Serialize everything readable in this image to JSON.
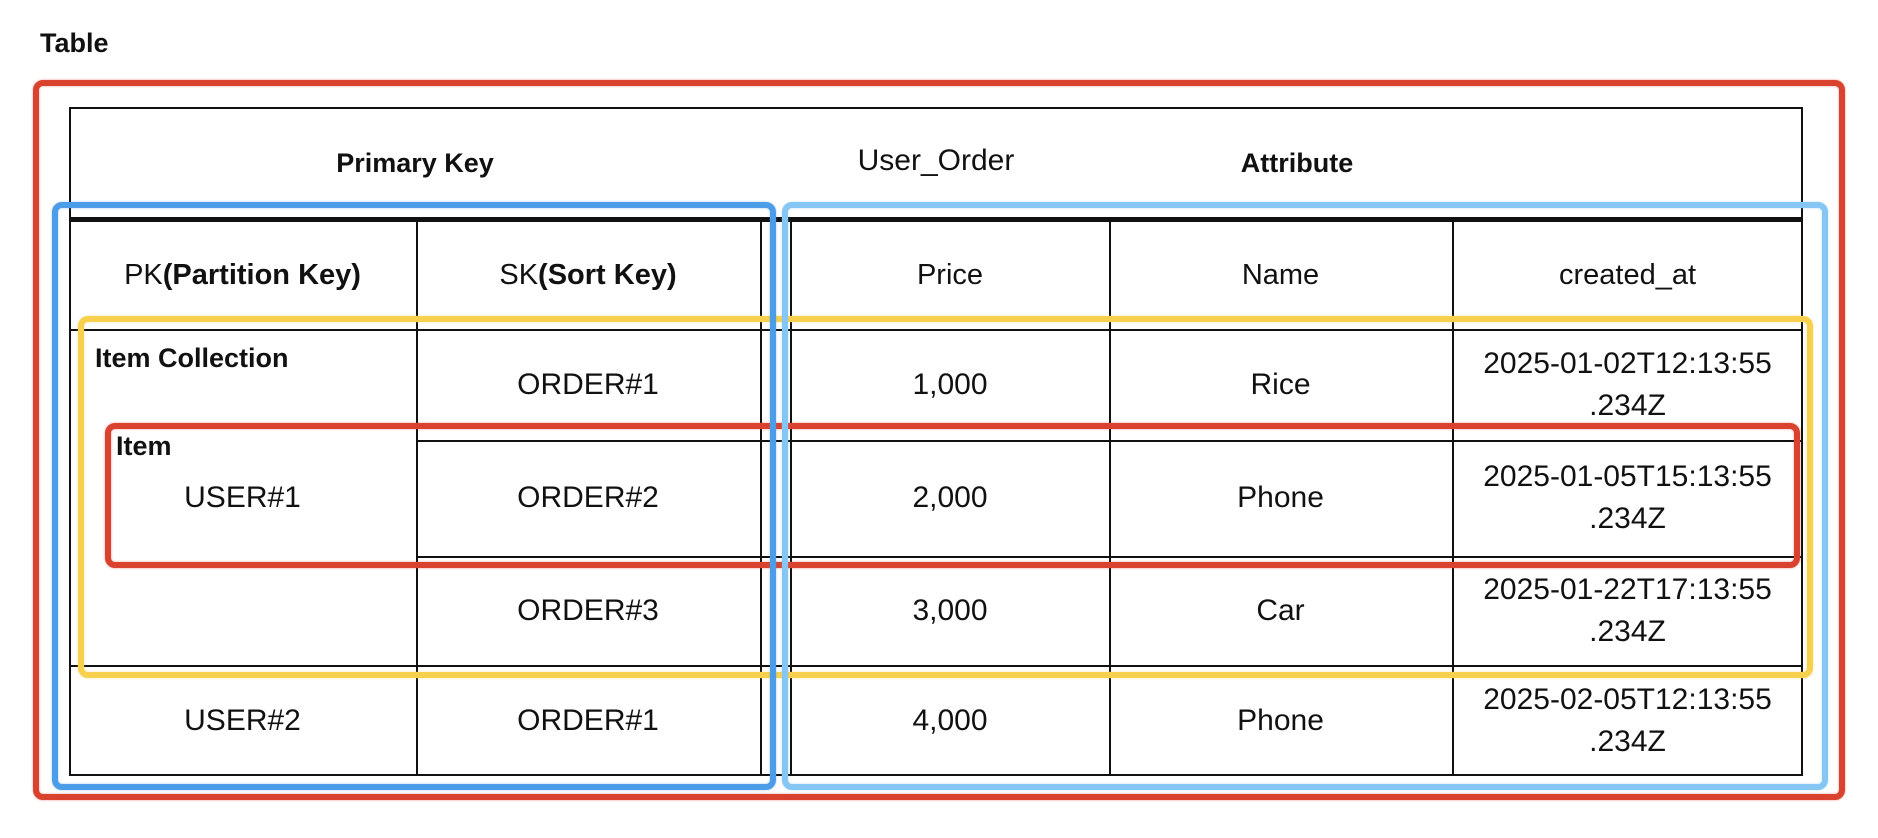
{
  "title": "Table",
  "table": {
    "name": "User_Order",
    "group_headers": {
      "primary_key": "Primary Key",
      "attribute": "Attribute"
    },
    "columns": {
      "pk_prefix": "PK",
      "pk_suffix": "(Partition Key)",
      "sk_prefix": "SK",
      "sk_suffix": "(Sort Key)",
      "price": "Price",
      "name": "Name",
      "created_at": "created_at"
    },
    "merged_pk_value": "USER#1",
    "rows": [
      {
        "pk": "",
        "sk": "ORDER#1",
        "price": "1,000",
        "name": "Rice",
        "created_at_line1": "2025-01-02T12:13:55",
        "created_at_line2": ".234Z"
      },
      {
        "pk": "",
        "sk": "ORDER#2",
        "price": "2,000",
        "name": "Phone",
        "created_at_line1": "2025-01-05T15:13:55",
        "created_at_line2": ".234Z"
      },
      {
        "pk": "",
        "sk": "ORDER#3",
        "price": "3,000",
        "name": "Car",
        "created_at_line1": "2025-01-22T17:13:55",
        "created_at_line2": ".234Z"
      },
      {
        "pk": "USER#2",
        "sk": "ORDER#1",
        "price": "4,000",
        "name": "Phone",
        "created_at_line1": "2025-02-05T12:13:55",
        "created_at_line2": ".234Z"
      }
    ]
  },
  "annotations": {
    "item_collection_label": "Item Collection",
    "item_label": "Item",
    "colors": {
      "outer_table_box_red": "#D9422F",
      "item_box_red": "#D9422F",
      "primary_key_box_blue": "#4D9CE8",
      "attribute_box_blue": "#85C6F4",
      "item_collection_box_yellow": "#F7D14E",
      "table_line_black": "#111111"
    }
  }
}
